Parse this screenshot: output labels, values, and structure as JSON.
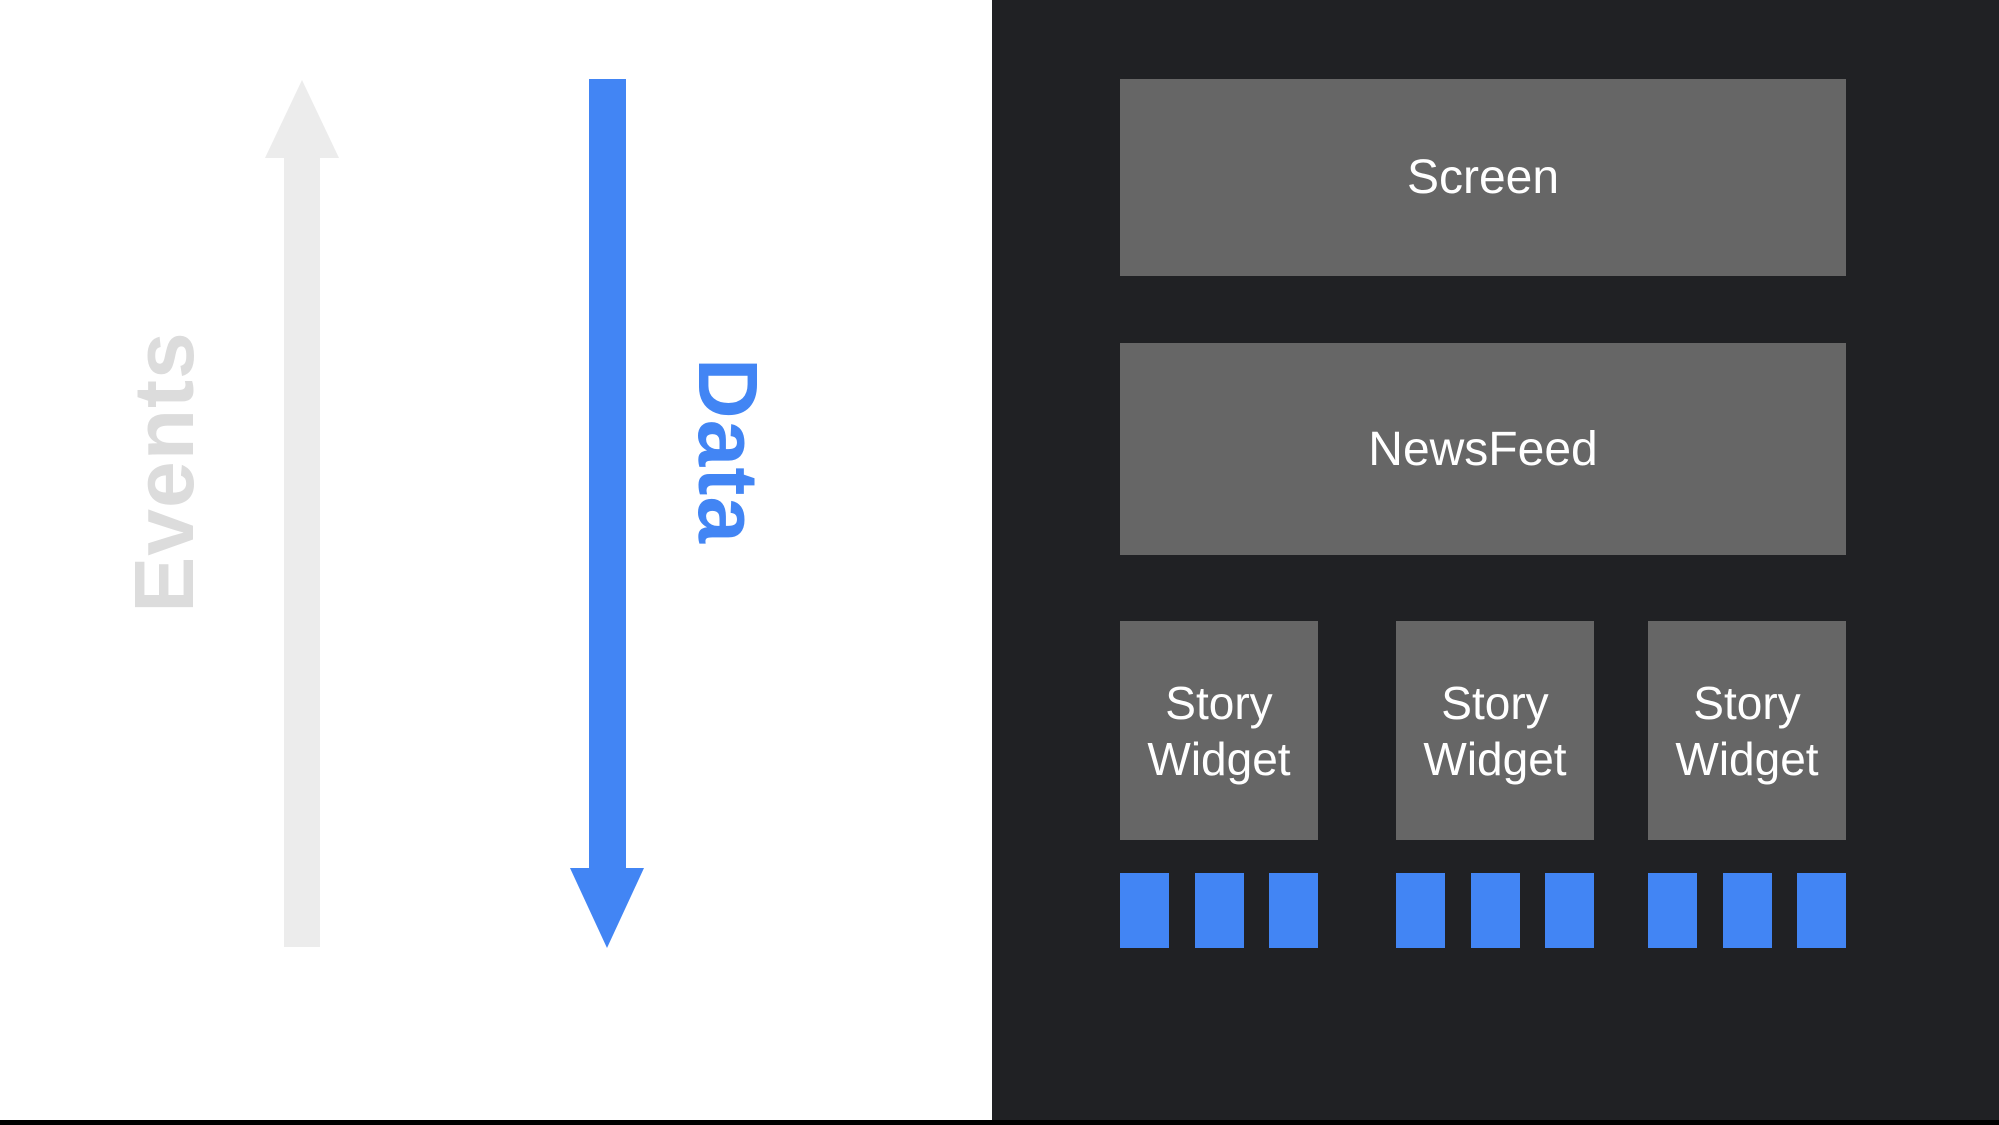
{
  "slide": {
    "left_panel": {
      "events_arrow_label": "Events",
      "events_arrow_direction": "up",
      "data_arrow_label": "Data",
      "data_arrow_direction": "down"
    },
    "widget_tree_panel": {
      "screen_label": "Screen",
      "newsfeed_label": "NewsFeed",
      "story_widgets": [
        {
          "lines": [
            "Story",
            "Widget"
          ],
          "tile_count": 3
        },
        {
          "lines": [
            "Story",
            "Widget"
          ],
          "tile_count": 3
        },
        {
          "lines": [
            "Story",
            "Widget"
          ],
          "tile_count": 3
        }
      ]
    }
  },
  "colors": {
    "left_background": "#FFFFFF",
    "panel_background": "#202124",
    "box_gray": "#666666",
    "accent_blue": "#4285F4",
    "events_arrow_gray": "#ECECEC",
    "events_text_gray": "#DCDCDC",
    "box_text_white": "#FFFFFF",
    "bottom_bar": "#000000"
  }
}
